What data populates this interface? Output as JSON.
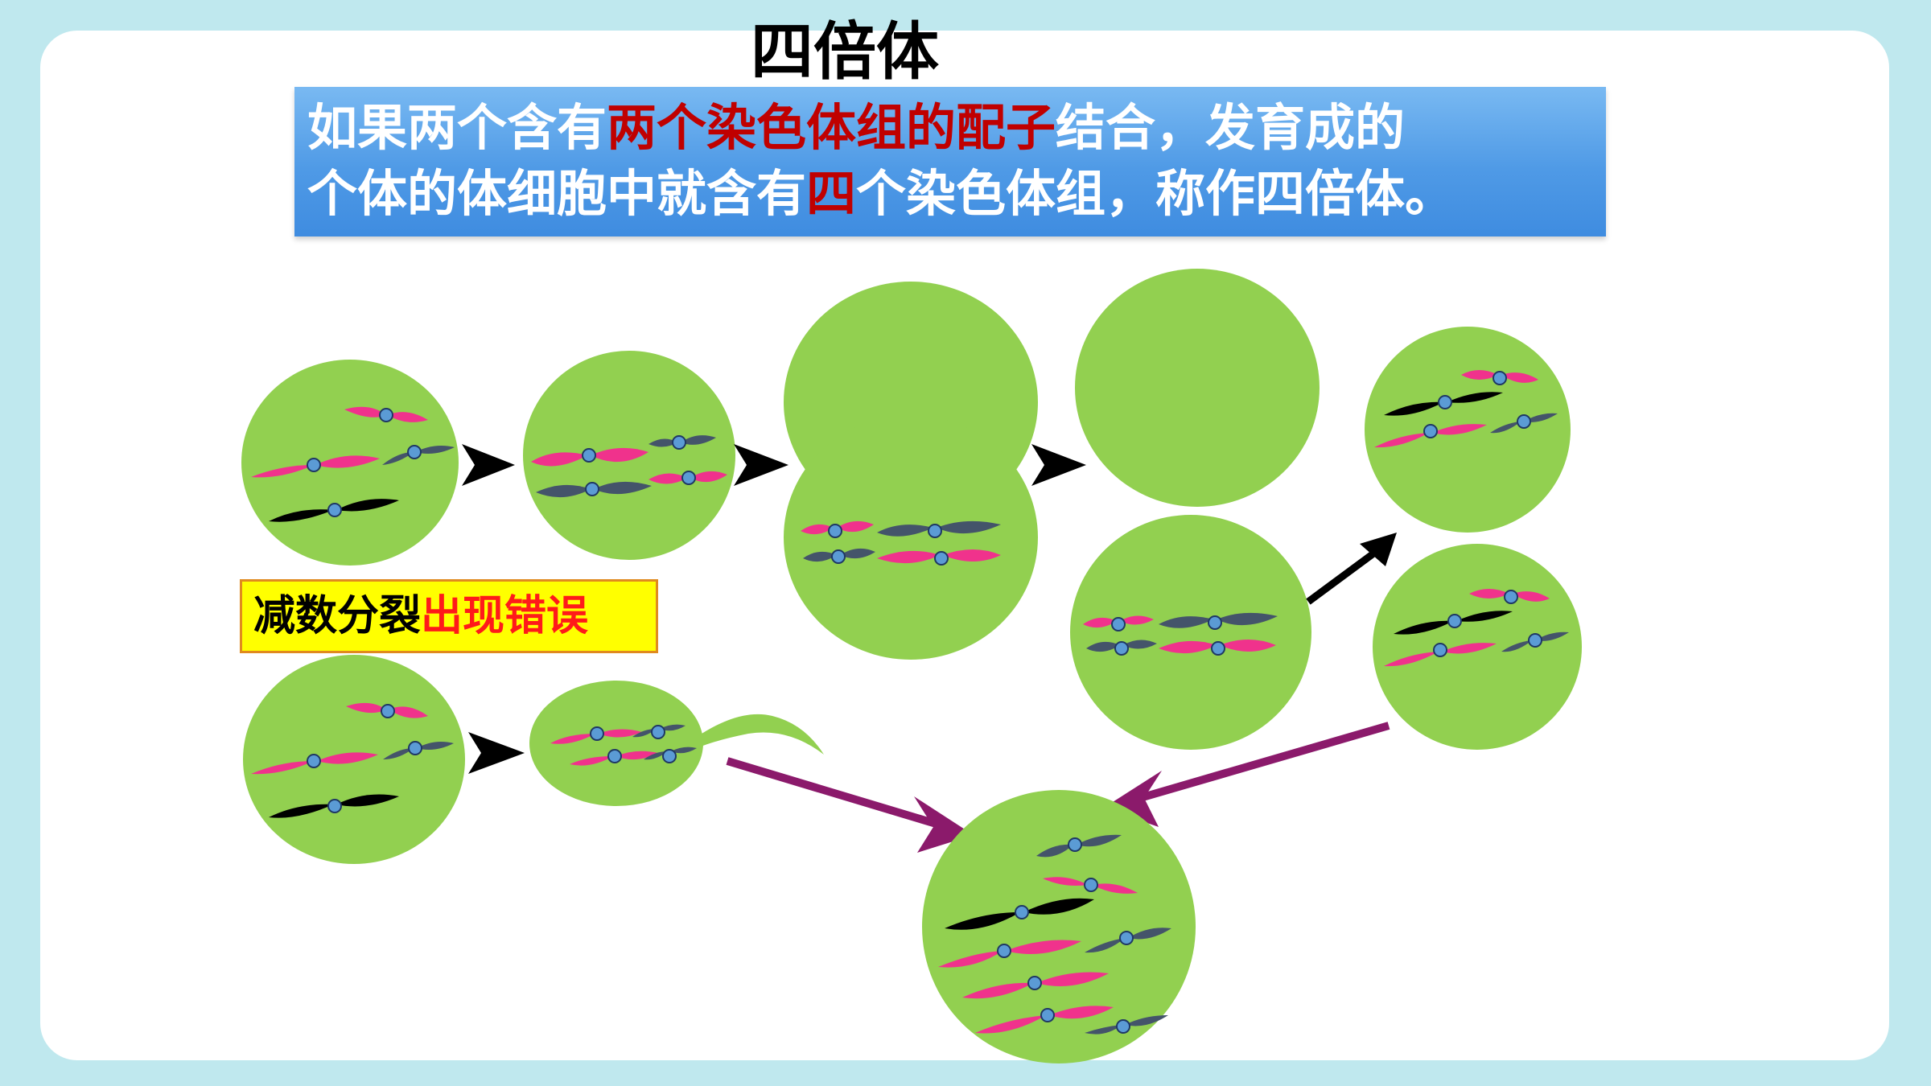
{
  "title": "四倍体",
  "banner": {
    "line1_a": "如果两个含有",
    "line1_b": "两个染色体组的配子",
    "line1_c": "结合，发育成的",
    "line2_a": "个体的体细胞中就含有",
    "line2_b": "四",
    "line2_c": "个染色体组，称作四倍体。"
  },
  "error_label": {
    "part1": "减数分裂",
    "part2": "出现错误"
  },
  "colors": {
    "cell": "#92d050",
    "pink_chromosome": "#f0328c",
    "dark_chromosome": "#44546a",
    "black_chromosome": "#000000",
    "centromere": "#5b9bd5",
    "arrow_black": "#000000",
    "arrow_purple": "#8b1a6b",
    "banner_highlight": "#c00000"
  }
}
